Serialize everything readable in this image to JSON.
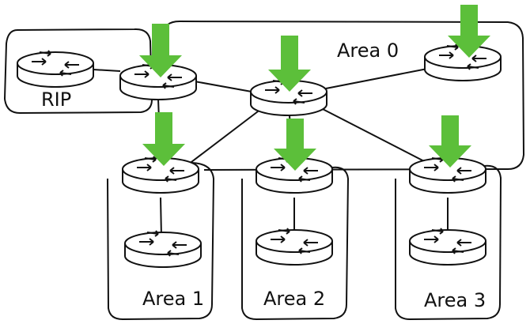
{
  "labels": {
    "rip": "RIP",
    "area0": "Area 0",
    "area1": "Area 1",
    "area2": "Area 2",
    "area3": "Area 3"
  },
  "colors": {
    "arrow": "#5cbf3a",
    "router_fill": "#ffffff",
    "stroke": "#111111",
    "background": "#ffffff"
  },
  "icons": {
    "router": "router-icon",
    "arrow": "arrow-down-icon"
  }
}
